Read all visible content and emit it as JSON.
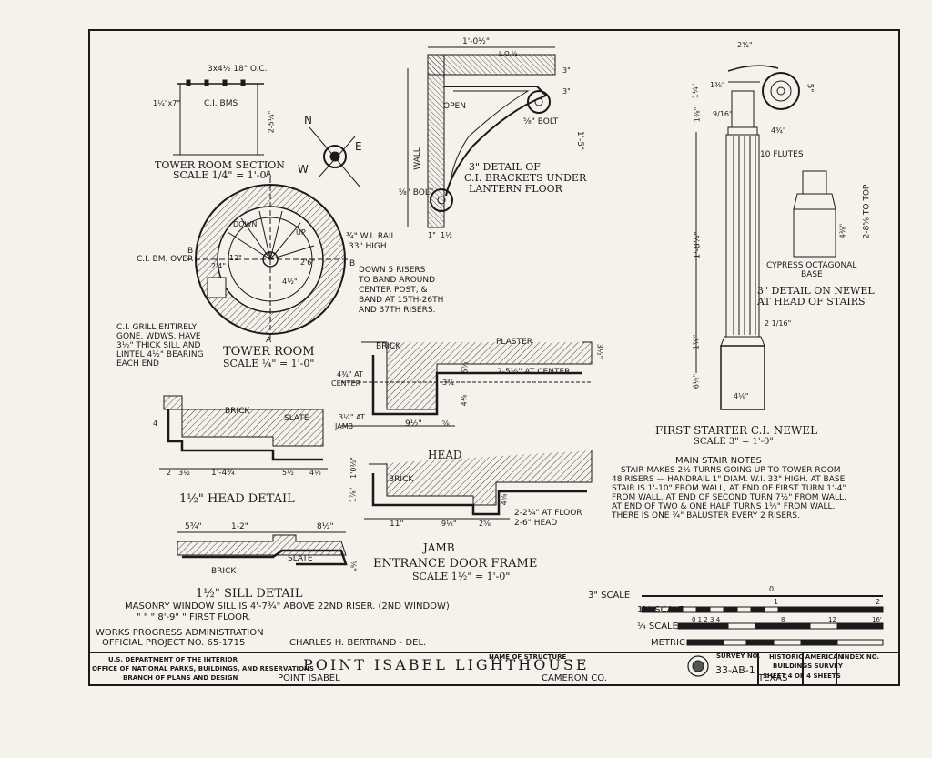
{
  "drawings": {
    "tower_room_section": {
      "title": "TOWER ROOM SECTION",
      "scale": "SCALE 1/4\" = 1'-0\"",
      "joist": "3x4½ 18\" O.C.",
      "beam": "C.I. BMS",
      "dim_a": "1¼\"x7\"",
      "dim_b": "2-5¼\""
    },
    "compass": {
      "n": "N",
      "e": "E",
      "w": "W"
    },
    "bracket_detail": {
      "title_1": "3\" DETAIL OF",
      "title_2": "C.I. BRACKETS UNDER",
      "title_3": "LANTERN FLOOR",
      "width": "1'-0½\"",
      "top": "L.O.½",
      "open": "OPEN",
      "bolt_a": "⅝\" BOLT",
      "bolt_b": "⅝\" BOLT",
      "wall": "WALL",
      "height": "1'-5\"",
      "d1": "3\"",
      "d2": "3\"",
      "d3": "1\"",
      "d4": "1½"
    },
    "newel_head": {
      "title_1": "3\" DETAIL ON NEWEL",
      "title_2": "AT HEAD OF STAIRS",
      "d_top": "2¾\"",
      "d_r": "5\"",
      "d1": "1⅜\"",
      "d2": "9/16\"",
      "d3": "4¾\"",
      "flutes": "10 FLUTES",
      "d4": "1¼\"",
      "d5": "1⅜\""
    },
    "cypress_base": {
      "label_1": "CYPRESS OCTAGONAL",
      "label_2": "BASE",
      "dim": "2-8⅝ TO TOP",
      "d1": "4⅜\""
    },
    "tower_room": {
      "title": "TOWER ROOM",
      "scale": "SCALE ¼\" = 1'-0\"",
      "down": "DOWN",
      "beam_over": "C.I. BM. OVER",
      "rail_1": "¾\" W.I. RAIL",
      "rail_2": "33\" HIGH",
      "note_1": "DOWN 5 RISERS",
      "note_2": "TO BAND AROUND",
      "note_3": "CENTER POST, &",
      "note_4": "BAND AT 15TH-26TH",
      "note_5": "AND 37TH RISERS.",
      "b_left": "B",
      "b_right": "B",
      "a_top": "A",
      "a_bot": "A",
      "up": "UP",
      "grill_1": "C.I. GRILL ENTIRELY",
      "grill_2": "GONE. WDWS. HAVE",
      "grill_3": "3½\" THICK SILL AND",
      "grill_4": "LINTEL 4½\" BEARING",
      "grill_5": "EACH END",
      "r1": "12\"",
      "r2": "4½\"",
      "r3": "2'4\"",
      "r4": "2'6\""
    },
    "first_starter": {
      "title": "FIRST STARTER C.I. NEWEL",
      "scale": "SCALE 3\" = 1'-0\"",
      "d1": "1'-8¼\"",
      "d2": "2 1/16\"",
      "d3": "1⅞\"",
      "d4": "6½\"",
      "d5": "4⅛\""
    },
    "head_detail_top": {
      "brick": "BRICK",
      "plaster": "PLASTER",
      "center_1": "4¾\" AT",
      "center_2": "CENTER",
      "center_dim": "2-5½\" AT CENTER",
      "jamb_1": "3¼\" AT",
      "jamb_2": "JAMB",
      "d_a": "3¾",
      "d_b": "4⅛",
      "d_c": "9½\"",
      "d_d": "5⅞",
      "d_e": "⅝",
      "d_f": "3½\"",
      "title": "HEAD"
    },
    "head_1_5": {
      "title": "1½\" HEAD DETAIL",
      "brick": "BRICK",
      "slate": "SLATE",
      "d1": "2",
      "d2": "3½",
      "d3": "1'-4¾",
      "d4": "5½",
      "d5": "4½",
      "d6": "4"
    },
    "jamb": {
      "title": "JAMB",
      "brick": "BRICK",
      "d1": "1'0½\"",
      "d2": "1⅞\"",
      "d3": "11\"",
      "d4": "9½\"",
      "d5": "2⅝",
      "d6": "4⅝",
      "d7": "2-2¼\" AT FLOOR",
      "d8": "2-6\"    HEAD"
    },
    "entrance": {
      "title": "ENTRANCE DOOR FRAME",
      "scale": "SCALE 1½\" = 1'-0\""
    },
    "sill": {
      "title": "1½\" SILL DETAIL",
      "brick": "BRICK",
      "slate": "SLATE",
      "d1": "5¾\"",
      "d2": "1-2\"",
      "d3": "8½\"",
      "d4": "⅝\"",
      "note_1": "MASONRY WINDOW SILL IS 4'-7¾\" ABOVE 22ND RISER. (2ND WINDOW)",
      "note_2a": "\"          \"          \"     8'-9\"     \"     FIRST FLOOR."
    },
    "stair_notes": {
      "title": "MAIN STAIR NOTES",
      "l1": "STAIR MAKES 2½ TURNS GOING UP TO TOWER ROOM",
      "l2": "48 RISERS — HANDRAIL 1\" DIAM. W.I. 33\" HIGH. AT BASE",
      "l3": "STAIR IS 1'-10\" FROM WALL, AT END OF FIRST TURN 1'-4\"",
      "l4": "FROM WALL, AT END OF SECOND TURN 7½\" FROM WALL,",
      "l5": "AT END OF TWO & ONE HALF TURNS 1½\" FROM WALL.",
      "l6": "THERE IS ONE ¾\" BALUSTER EVERY 2 RISERS."
    }
  },
  "scales": {
    "s3": "3\" SCALE",
    "s15": "1½ SCALE",
    "s025": "¼ SCALE",
    "metric": "METRIC",
    "n0": "0",
    "n1": "1",
    "n2": "2",
    "q": "0 1 2 3 4",
    "q8": "8",
    "q12": "12",
    "q16": "16'"
  },
  "credits": {
    "wpa_1": "WORKS PROGRESS ADMINISTRATION",
    "wpa_2": "OFFICIAL PROJECT NO. 65-1715",
    "del": "CHARLES H. BERTRAND - DEL."
  },
  "titleblock": {
    "dept_1": "U.S. DEPARTMENT OF THE INTERIOR",
    "dept_2": "OFFICE OF NATIONAL PARKS, BUILDINGS, AND RESERVATIONS",
    "dept_3": "BRANCH OF PLANS AND DESIGN",
    "name_label": "NAME OF STRUCTURE",
    "name": "POINT ISABEL LIGHTHOUSE",
    "place": "POINT ISABEL",
    "county": "CAMERON CO.",
    "state": "TEXAS",
    "survey_label": "SURVEY NO.",
    "survey": "33-AB-1",
    "habs_1": "HISTORIC AMERICAN",
    "habs_2": "BUILDINGS SURVEY",
    "sheet": "SHEET 4 OF 4 SHEETS",
    "index_label": "INDEX NO."
  }
}
